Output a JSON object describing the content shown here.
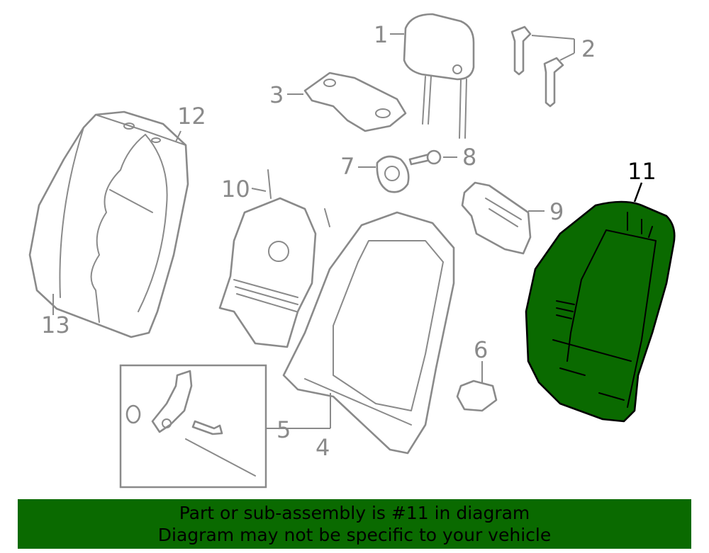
{
  "diagram": {
    "highlight_color": "#0a6a00",
    "callouts": [
      "1",
      "2",
      "3",
      "4",
      "5",
      "6",
      "7",
      "8",
      "9",
      "10",
      "11",
      "12",
      "13"
    ],
    "highlighted_callout": "11"
  },
  "banner": {
    "line1": "Part or sub-assembly is #11 in diagram",
    "line2": "Diagram may not be specific to your vehicle",
    "background": "#0a6a00"
  }
}
